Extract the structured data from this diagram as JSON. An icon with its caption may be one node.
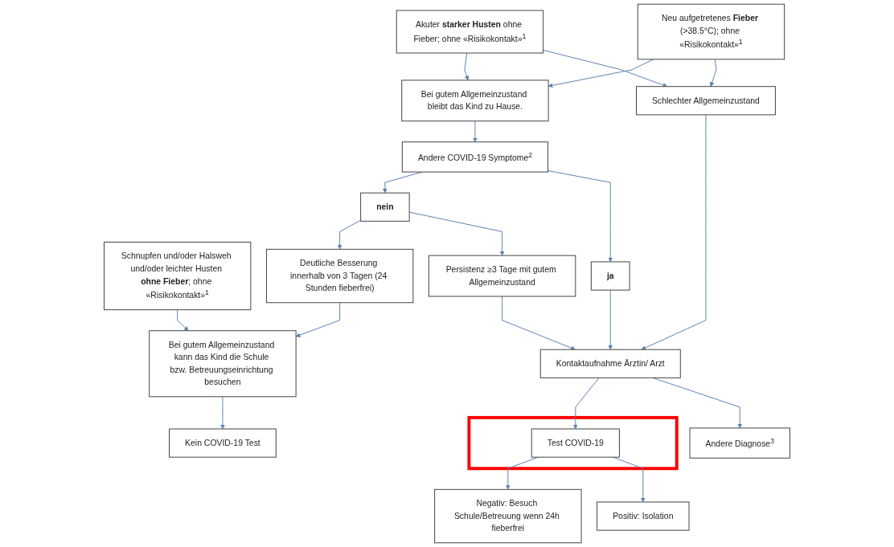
{
  "diagram": {
    "nodes": [
      {
        "text": [
          "Neu aufgetretenes **Fieber** (>38.5°C); ohne «Risikokontakt»$^{1}$"
        ]
      },
      {
        "text": [
          "Akuter **starker Husten** ohne Fieber; ohne «Risikokontakt»$^{1}$"
        ]
      },
      {
        "text": [
          "Schnupfen und/oder Halsweh und/oder leichter Husten **ohne Fieber**; ohne «Risikokontakt»$^{1}$"
        ]
      },
      {
        "text": [
          "Schlechter Allgemeinzustand"
        ]
      },
      {
        "text": [
          "Bei gutem Allgemeinzustand bleibt das Kind zu Hause."
        ]
      },
      {
        "text": [
          "Bei gutem Allgemeinzustand kann das Kind die Schule bzw. Betreuungseinrichtung besuchen"
        ]
      },
      {
        "text": [
          "Andere COVID-19 Symptome$^{2}$"
        ]
      },
      {
        "text": [
          "ja"
        ]
      },
      {
        "text": [
          "nein"
        ]
      },
      {
        "text": [
          "Kontaktaufnahme Ärztin/ Arzt"
        ]
      },
      {
        "text": [
          "Persistenz ≥3 Tage mit gutem Allgemeinzustand"
        ]
      },
      {
        "text": [
          "Deutliche Besserung innerhalb von 3 Tagen (24 Stunden fieberfrei)"
        ]
      },
      {
        "text": [
          "Kein COVID-19 Test"
        ]
      },
      {
        "text": [
          "Andere Diagnose$^{3}$"
        ]
      },
      {
        "text": [],
        "shape": "box"
      },
      {
        "text": [
          "Test COVID-19"
        ],
        "in": 14
      },
      {
        "text": [
          "Positiv: Isolation"
        ]
      },
      {
        "text": [
          "Negativ: Besuch Schule/Betreuung wenn 24h fieberfrei"
        ]
      }
    ],
    "edges": [
      {
        "from": 0,
        "to": 3,
        "arrow": "to"
      },
      {
        "from": 0,
        "to": 4,
        "arrow": "to"
      },
      {
        "from": 1,
        "to": 3,
        "arrow": "to"
      },
      {
        "from": 1,
        "to": 4,
        "arrow": "to"
      },
      {
        "from": 2,
        "to": 5,
        "arrow": "to"
      },
      {
        "from": 4,
        "to": 6,
        "arrow": "to"
      },
      {
        "from": 6,
        "to": 7,
        "arrow": "to"
      },
      {
        "from": 6,
        "to": 8,
        "arrow": "to"
      },
      {
        "from": 3,
        "to": 9,
        "arrow": "to"
      },
      {
        "from": 7,
        "to": 9,
        "arrow": "to"
      },
      {
        "from": 8,
        "to": 10,
        "arrow": "to"
      },
      {
        "from": 8,
        "to": 11,
        "arrow": "to"
      },
      {
        "from": 10,
        "to": 9,
        "arrow": "to"
      },
      {
        "from": 11,
        "to": 5,
        "arrow": "to"
      },
      {
        "from": 5,
        "to": 12,
        "arrow": "to"
      },
      {
        "from": 9,
        "to": 13,
        "arrow": "to"
      },
      {
        "from": 9,
        "to": 15,
        "arrow": "to"
      },
      {
        "from": 15,
        "to": 16,
        "arrow": "to"
      },
      {
        "from": 15,
        "to": 17,
        "arrow": "to"
      }
    ]
  }
}
